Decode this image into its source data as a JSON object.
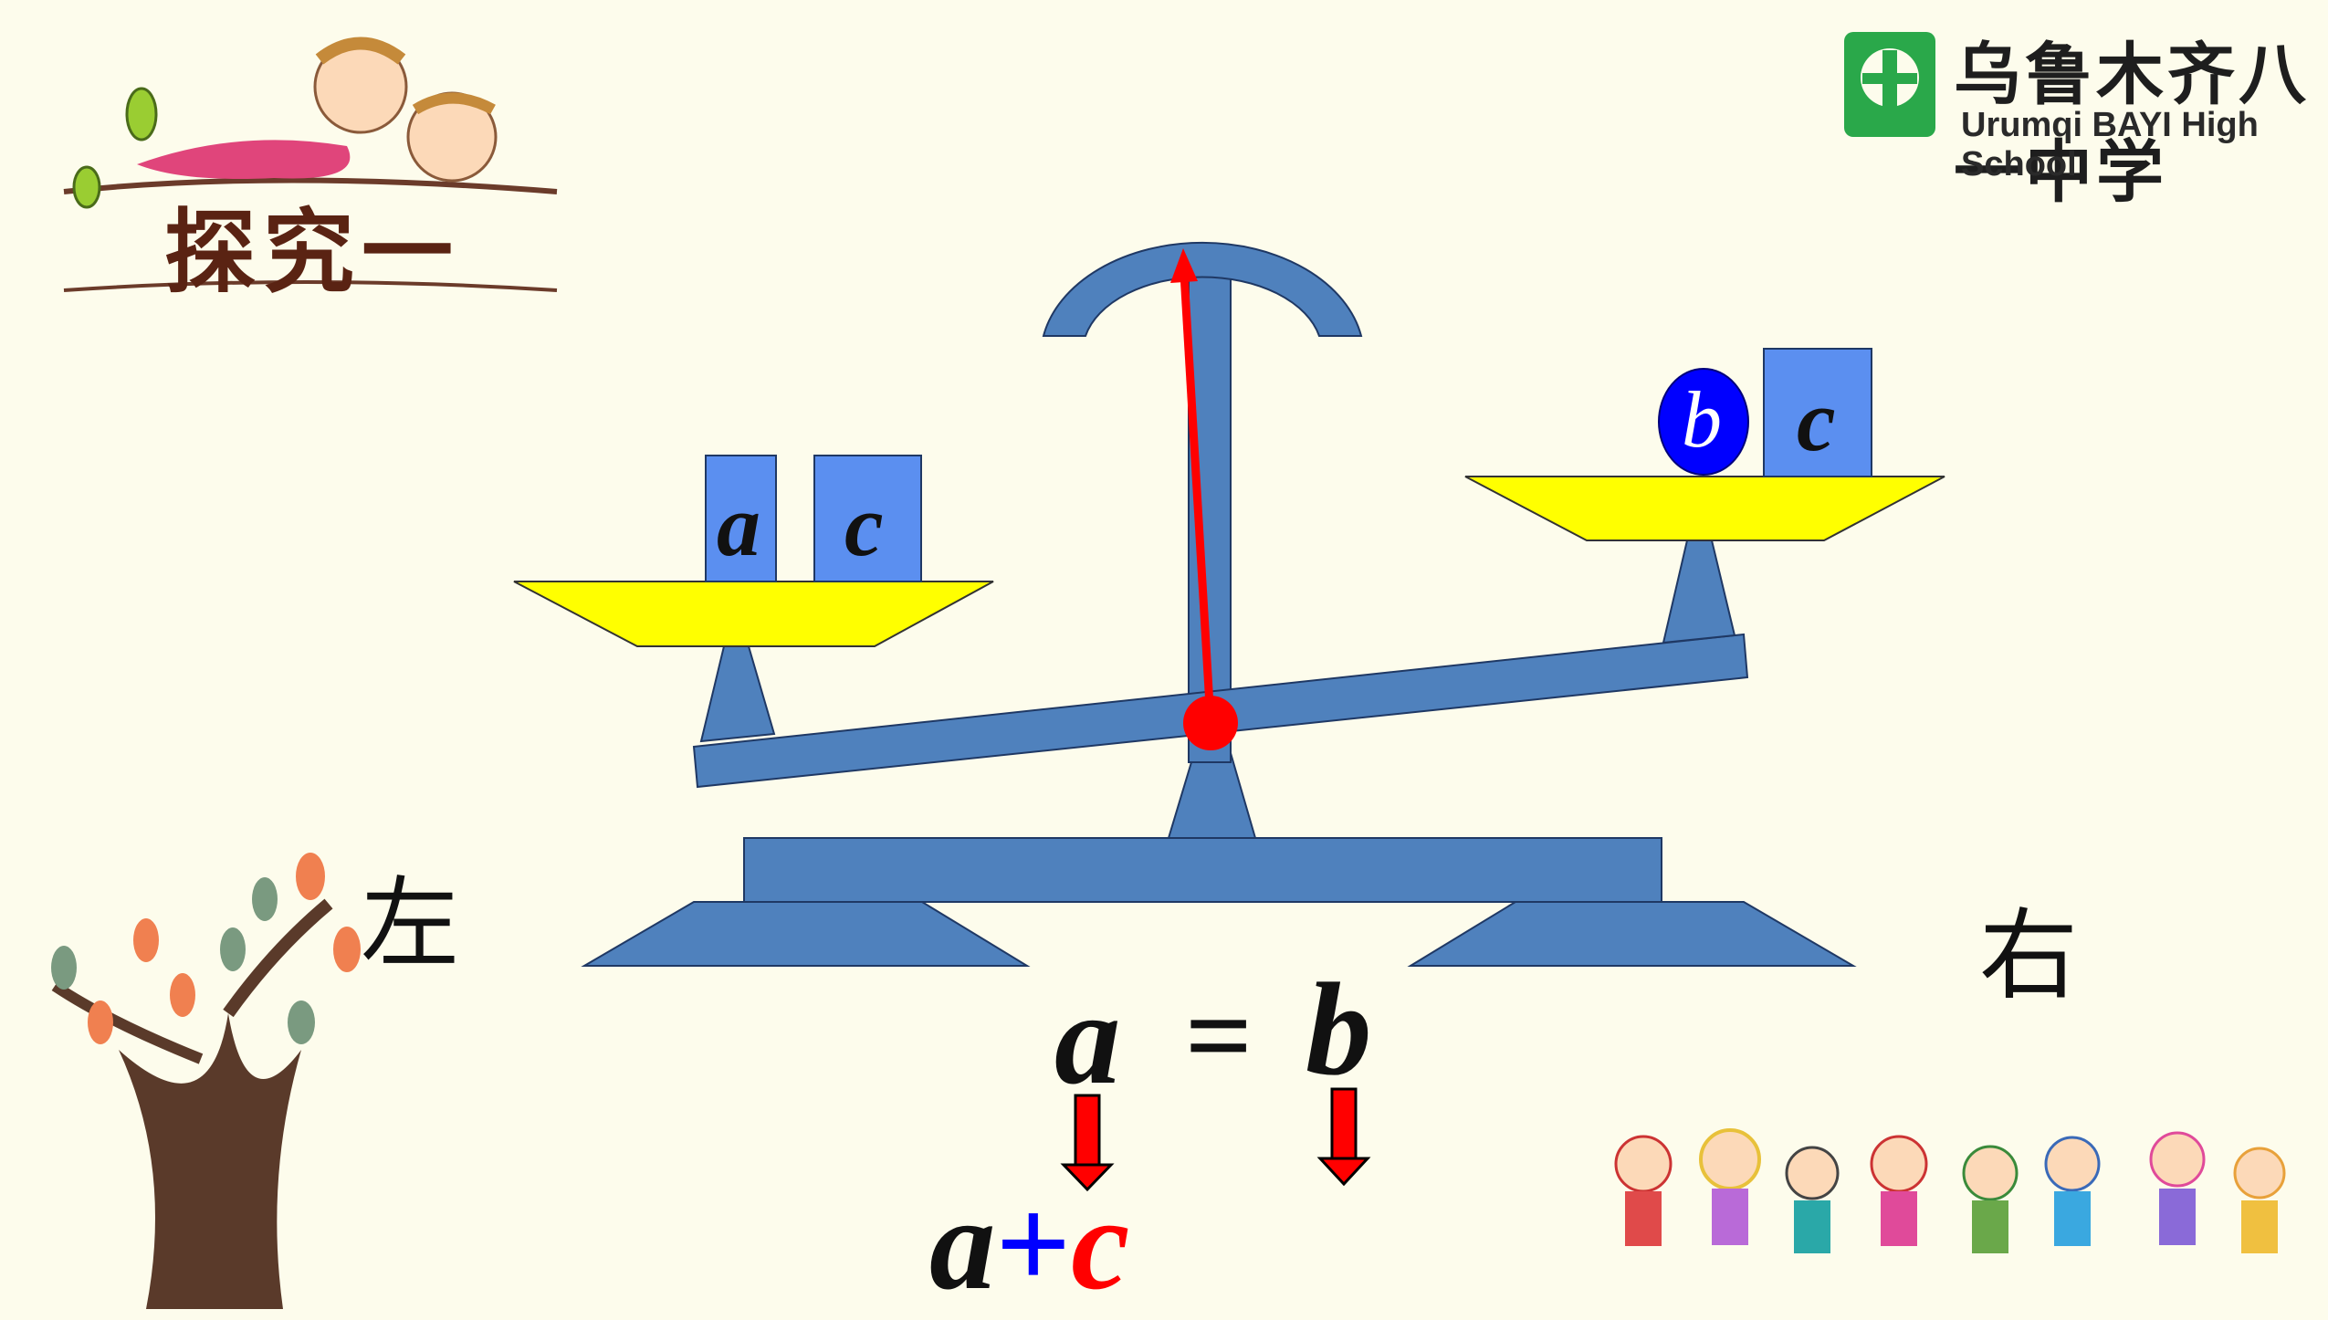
{
  "header": {
    "title": "探究一"
  },
  "school": {
    "name_cn": "乌鲁木齐八一中学",
    "name_en": "Urumqi BAYI High School"
  },
  "labels": {
    "left": "左",
    "right": "右"
  },
  "left_pan": {
    "items": [
      "a",
      "c"
    ]
  },
  "right_pan": {
    "ball": "b",
    "box": "c"
  },
  "equation": {
    "lhs": "a",
    "op": "=",
    "rhs": "b"
  },
  "sum": {
    "a": "a",
    "plus": "+",
    "c": "c"
  },
  "colors": {
    "background": "#fdfcec",
    "scale_blue": "#4f81bd",
    "pan_yellow": "#ffff00",
    "pointer_red": "#ff0000",
    "ball_blue": "#0000ff"
  }
}
